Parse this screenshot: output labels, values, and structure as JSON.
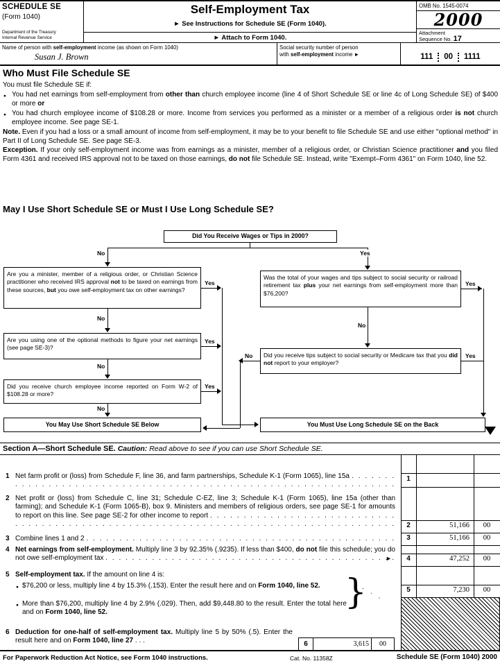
{
  "colors": {
    "ink": "#000000",
    "paper": "#ffffff"
  },
  "glyphs": {
    "bullet": "●",
    "pointer": "►",
    "down": "▼",
    "brace": "}",
    "dots3": ". . .",
    "leader": ". . . . . . . . . . . . . . . . . . . . . . . . . . . . . . . . . . . . . . . . . . . . . . . . . . . . . . . . . . . . . . . . . . . . . . . . . . . . . . . . . . . . . . . . . . . . . . . . . . . ."
  },
  "header": {
    "schedule": "SCHEDULE SE",
    "form": "(Form 1040)",
    "dept1": "Department of the Treasury",
    "dept2": "Internal Revenue Service",
    "title": "Self-Employment Tax",
    "see_instructions": "► See Instructions for Schedule SE (Form 1040).",
    "attach": "► Attach to Form 1040.",
    "omb": "OMB No. 1545-0074",
    "year": "2000",
    "attachment": "Attachment",
    "sequence_prefix": "Sequence No.",
    "sequence_no": "17"
  },
  "taxpayer": {
    "name_label": [
      "Name of person with ",
      "self-employment",
      " income (as shown on Form 1040)"
    ],
    "name_value": "Susan J. Brown",
    "ssn_label_line1": "Social security number of person",
    "ssn_label_line2": [
      "with ",
      "self-employment",
      " income ►"
    ],
    "ssn": [
      "111",
      "00",
      "1111"
    ]
  },
  "who_must_file": {
    "heading": "Who Must File Schedule SE",
    "intro": "You must file Schedule SE if:",
    "bullet1": [
      "You had net earnings from self-employment from ",
      "other than",
      " church employee income (line 4 of Short Schedule SE or line 4c of Long Schedule SE) of $400 or more ",
      "or"
    ],
    "bullet2": [
      "You had church employee income of $108.28 or more. Income from services you performed as a minister or a member of a religious order ",
      "is not",
      " church employee income. See page SE-1."
    ],
    "note": [
      "Note.",
      " Even if you had a loss or a small amount of income from self-employment, it may be to your benefit to file Schedule SE and use either \"optional method\" in Part II of Long Schedule SE. See page SE-3."
    ],
    "exception": [
      "Exception.",
      " If your only self-employment income was from earnings as a minister, member of a religious order, or Christian Science practitioner ",
      "and",
      " you filed Form 4361 and received IRS approval not to be taxed on those earnings, ",
      "do not",
      " file Schedule SE. Instead, write \"Exempt–Form 4361\" on Form 1040, line 52."
    ]
  },
  "flowchart": {
    "heading": "May I Use Short Schedule SE or Must I Use Long Schedule SE?",
    "top_box": "Did You Receive Wages or Tips in 2000?",
    "yes": "Yes",
    "no": "No",
    "left1": [
      "Are you a minister, member of a religious order, or Christian Science practitioner who received IRS approval ",
      "not",
      " to be taxed on earnings from these sources, ",
      "but",
      " you owe self-employment tax on other earnings?"
    ],
    "left2": "Are you using one of the optional methods to figure your net earnings (see page SE-3)?",
    "left3": "Did you receive church employee income reported on Form W-2 of $108.28 or more?",
    "right1": [
      "Was the total of your wages and tips subject to social security or railroad retirement tax ",
      "plus",
      " your net earnings from self-employment more than $76,200?"
    ],
    "right2": [
      "Did you receive tips subject to social security or Medicare tax that you ",
      "did not",
      " report to your employer?"
    ],
    "short_box": "You May Use Short Schedule SE Below",
    "long_box": "You Must Use Long Schedule SE on the Back"
  },
  "section_a": {
    "title": "Section A—Short Schedule SE.",
    "caution_label": " Caution:",
    "caution_text": " Read above to see if you can use Short Schedule SE.",
    "l1": {
      "no": "1",
      "text": "Net farm profit or (loss) from Schedule F, line 36, and farm partnerships, Schedule K-1 (Form 1065), line 15a",
      "amount": "",
      "cents": ""
    },
    "l2": {
      "no": "2",
      "text": "Net profit or (loss) from Schedule C, line 31; Schedule C-EZ, line 3; Schedule K-1 (Form 1065), line 15a (other than farming); and Schedule K-1 (Form 1065-B), box 9. Ministers and members of religious orders, see page SE-1 for amounts to report on this line. See page SE-2 for other income to report",
      "amount": "51,166",
      "cents": "00"
    },
    "l3": {
      "no": "3",
      "text": "Combine lines 1 and 2",
      "amount": "51,166",
      "cents": "00"
    },
    "l4": {
      "no": "4",
      "bold1": "Net earnings from self-employment.",
      "text1": " Multiply line 3 by 92.35% (.9235). If less than $400, ",
      "bold2": "do not",
      "text2": " file this schedule; you do not owe self-employment tax",
      "amount": "47,252",
      "cents": "00"
    },
    "l5": {
      "no": "5",
      "bold1": "Self-employment tax.",
      "text1": " If the amount on line 4 is:",
      "bullet_a": [
        "$76,200 or less, multiply line 4 by 15.3% (.153). Enter the result here and on ",
        "Form 1040, line 52."
      ],
      "bullet_b": [
        "More than $76,200, multiply line 4 by 2.9% (.029). Then, add $9,448.80 to the result. Enter the total here and on ",
        "Form 1040, line 52."
      ],
      "amount": "7,230",
      "cents": "00"
    },
    "l6": {
      "no": "6",
      "bold1": "Deduction for one-half of self-employment tax.",
      "text1": " Multiply line 5 by 50% (.5). Enter the result here and on ",
      "bold2": "Form 1040, line 27",
      "dots": " .  .  .",
      "amount": "3,615",
      "cents": "00"
    }
  },
  "footer": {
    "left": "For Paperwork Reduction Act Notice, see Form 1040 instructions.",
    "cat": "Cat. No. 11358Z",
    "right": "Schedule SE (Form 1040) 2000"
  }
}
